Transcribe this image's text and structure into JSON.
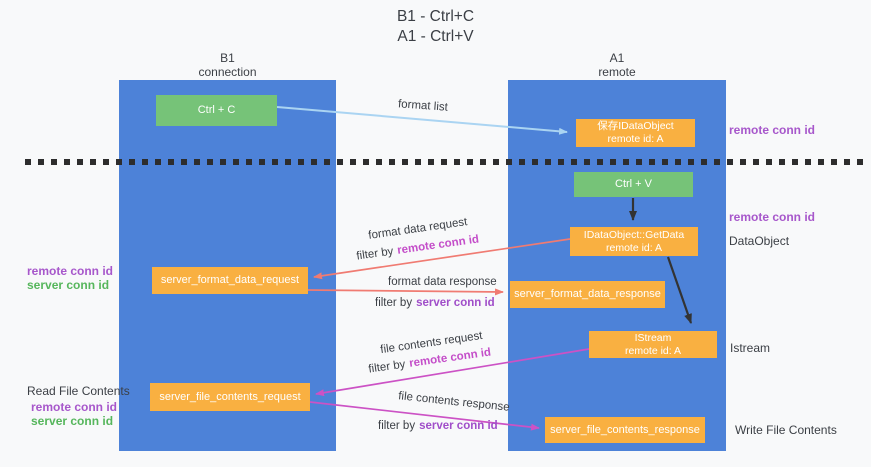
{
  "title": {
    "line1": "B1 - Ctrl+C",
    "line2": "A1 - Ctrl+V"
  },
  "columns": {
    "left": {
      "name": "B1",
      "role": "connection"
    },
    "right": {
      "name": "A1",
      "role": "remote"
    }
  },
  "nodes": {
    "ctrl_c": {
      "label": "Ctrl + C"
    },
    "save_dataobject": {
      "line1": "保存IDataObject",
      "line2": "remote id: A"
    },
    "ctrl_v": {
      "label": "Ctrl + V"
    },
    "getdata": {
      "line1": "IDataObject::GetData",
      "line2": "remote id: A"
    },
    "server_format_data_request": {
      "label": "server_format_data_request"
    },
    "server_format_data_response": {
      "label": "server_format_data_response"
    },
    "istream": {
      "line1": "IStream",
      "line2": "remote id: A"
    },
    "server_file_contents_request": {
      "label": "server_file_contents_request"
    },
    "server_file_contents_response": {
      "label": "server_file_contents_response"
    }
  },
  "side_labels": {
    "right_remote_conn_id_top": "remote conn id",
    "right_remote_conn_id_mid": "remote conn id",
    "dataobject": "DataObject",
    "istream": "Istream",
    "write_file_contents": "Write File Contents",
    "left_remote_conn_id_top": "remote conn id",
    "left_server_conn_id_top": "server conn id",
    "read_file_contents": "Read File Contents",
    "left_remote_conn_id_bottom": "remote conn id",
    "left_server_conn_id_bottom": "server conn id"
  },
  "arrow_labels": {
    "format_list": "format list",
    "format_data_request": "format data request",
    "format_data_response": "format data response",
    "file_contents_request": "file contents request",
    "file_contents_response": "file contents response",
    "filter_by": "filter by",
    "remote_conn_id": "remote conn id",
    "server_conn_id": "server conn id"
  },
  "colors": {
    "column_blue": "#4d82d8",
    "box_green": "#76c378",
    "box_orange": "#f9b041",
    "arrow_light_blue": "#aad4f2",
    "arrow_salmon": "#f07b72",
    "arrow_magenta": "#cc52c5",
    "arrow_black": "#333333",
    "text_purple": "#a757cb",
    "text_magenta": "#c44ec9",
    "text_green": "#56b65c"
  }
}
